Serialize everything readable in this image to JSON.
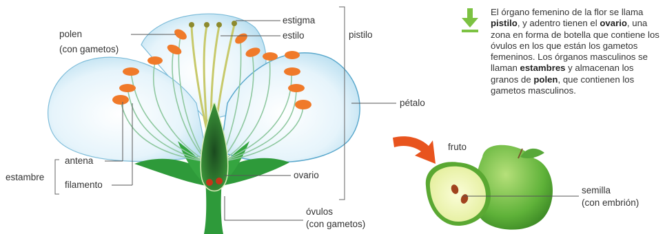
{
  "labels": {
    "estigma": "estigma",
    "estilo": "estilo",
    "pistilo": "pistilo",
    "polen_1": "polen",
    "polen_2": "(con gametos)",
    "petalo": "pétalo",
    "antena": "antena",
    "estambre": "estambre",
    "filamento": "filamento",
    "ovario": "ovario",
    "ovulos_1": "óvulos",
    "ovulos_2": "(con gametos)",
    "fruto": "fruto",
    "semilla_1": "semilla",
    "semilla_2": "(con embrión)"
  },
  "info": {
    "t1": "El órgano femenino de la flor se llama ",
    "b1": "pistilo",
    "t2": ", y adentro tienen el ",
    "b2": "ovario",
    "t3": ", una zona en forma de botella que contiene los óvulos en los que están los gametos femeninos. Los órganos masculinos se llaman ",
    "b3": "estambres",
    "t4": " y almacenan los granos de ",
    "b4": "polen",
    "t5": ", que contienen los gametos masculinos."
  },
  "colors": {
    "petal": "#cfe9f6",
    "petal_edge": "#6fb3d2",
    "stem": "#2e9a3a",
    "anther": "#f07a2a",
    "arrow_down": "#7cc242",
    "fruit_arrow": "#e8541e",
    "apple": "#7cc242",
    "apple_flesh": "#f4f7b8"
  },
  "icons": {
    "info_icon": "down-arrow-icon",
    "transition_arrow": "curved-arrow-icon"
  }
}
